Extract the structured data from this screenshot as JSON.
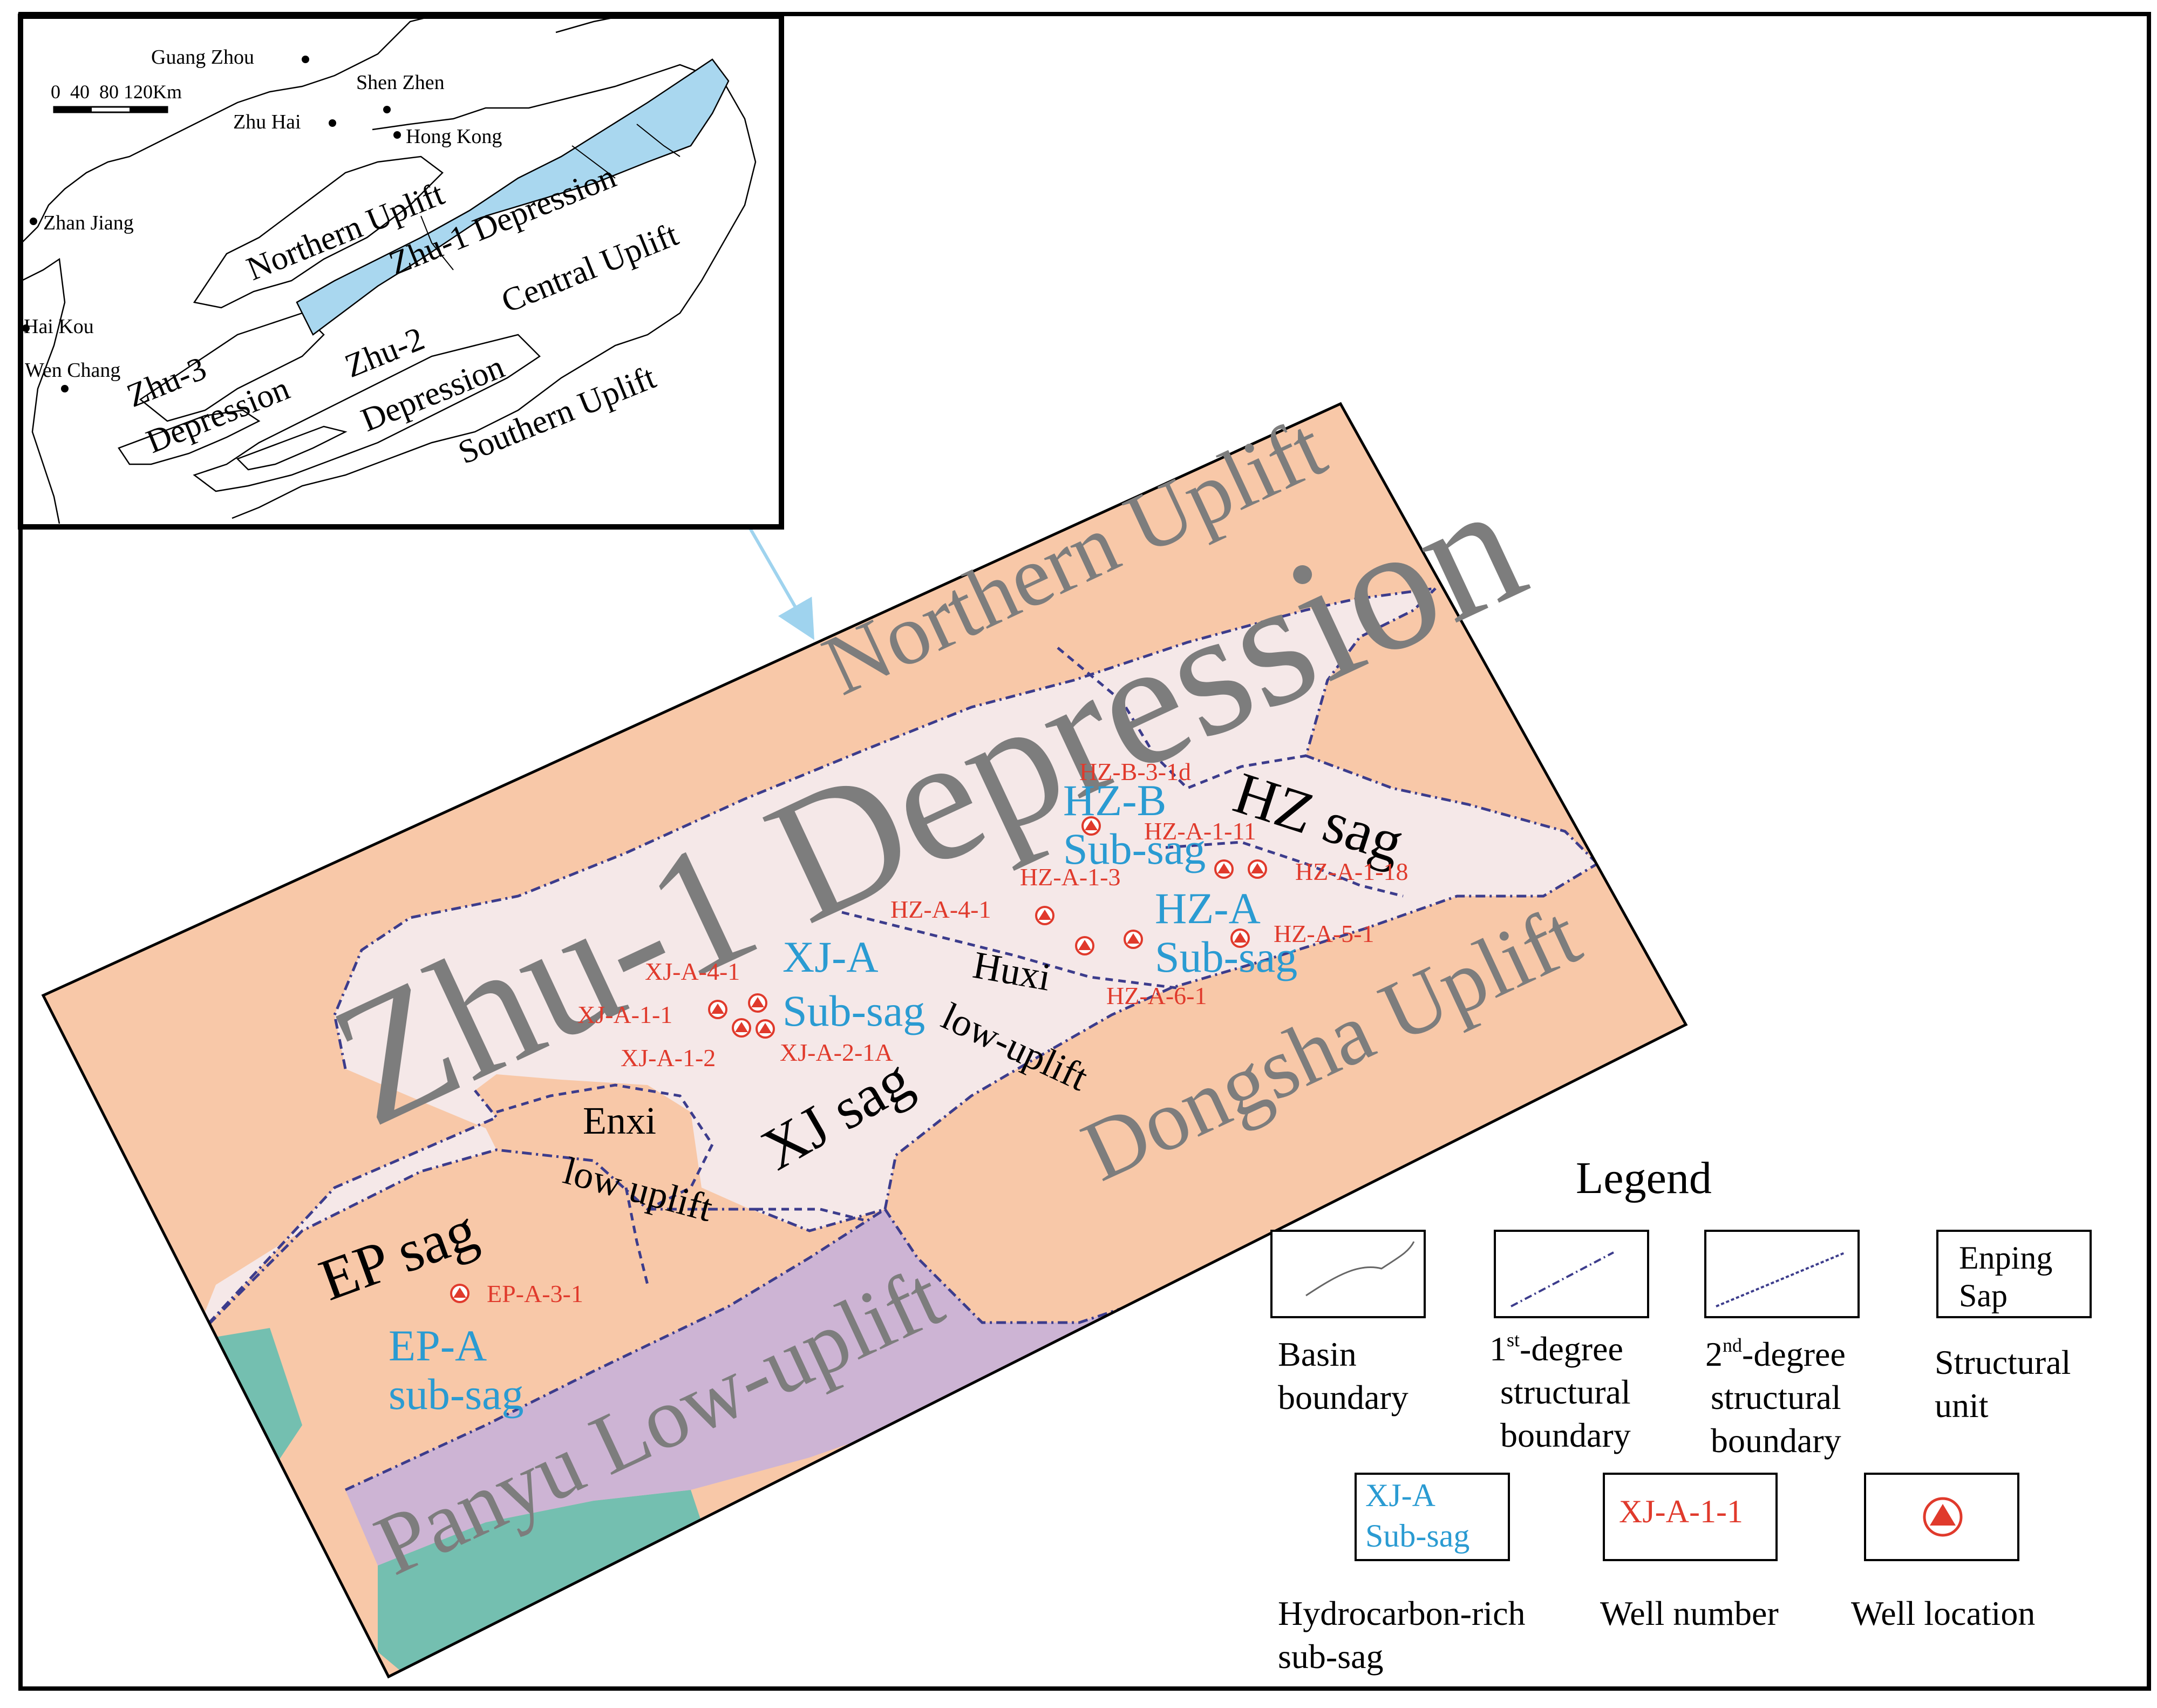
{
  "inset": {
    "cities": [
      {
        "name": "Guang Zhou"
      },
      {
        "name": "Shen Zhen"
      },
      {
        "name": "Zhu Hai"
      },
      {
        "name": "Hong Kong"
      },
      {
        "name": "Zhan Jiang"
      },
      {
        "name": "Hai Kou"
      },
      {
        "name": "Wen Chang"
      }
    ],
    "scale_bar": {
      "label": "0  40  80 120Km"
    },
    "units": {
      "northern_uplift": "Northern Uplift",
      "zhu1": "Zhu-1 Depression",
      "central_uplift": "Central Uplift",
      "zhu3_a": "Zhu-3",
      "zhu3_b": "Depression",
      "zhu2_a": "Zhu-2",
      "zhu2_b": "Depression",
      "southern_uplift": "Southern Uplift"
    }
  },
  "main": {
    "title": "Zhu-1 Depression",
    "regions": {
      "northern_uplift": "Northern Uplift",
      "dongsha_uplift": "Dongsha Uplift",
      "panyu_low_uplift": "Panyu Low-uplift"
    },
    "sags": {
      "hz": "HZ sag",
      "xj": "XJ sag",
      "ep": "EP sag"
    },
    "low_uplifts": {
      "huxi_a": "Huxi",
      "huxi_b": "low-uplift",
      "enxi_a": "Enxi",
      "enxi_b": "low uplift"
    },
    "sub_sags": {
      "hzb_a": "HZ-B",
      "hzb_b": "Sub-sag",
      "hza_a": "HZ-A",
      "hza_b": "Sub-sag",
      "xja_a": "XJ-A",
      "xja_b": "Sub-sag",
      "epa_a": "EP-A",
      "epa_b": "sub-sag"
    },
    "wells": [
      {
        "label": "HZ-B-3-1d"
      },
      {
        "label": "HZ-A-1-11"
      },
      {
        "label": "HZ-A-1-18"
      },
      {
        "label": "HZ-A-1-3"
      },
      {
        "label": "HZ-A-4-1"
      },
      {
        "label": "HZ-A-5-1"
      },
      {
        "label": "HZ-A-6-1"
      },
      {
        "label": "XJ-A-4-1"
      },
      {
        "label": "XJ-A-1-1"
      },
      {
        "label": "XJ-A-1-2"
      },
      {
        "label": "XJ-A-2-1A"
      },
      {
        "label": "EP-A-3-1"
      }
    ]
  },
  "legend": {
    "title": "Legend",
    "basin_a": "Basin",
    "basin_b": "boundary",
    "first_sup": "st",
    "first_a": "-degree",
    "first_b": "structural",
    "first_c": "boundary",
    "second_sup": "nd",
    "second_a": "-degree",
    "second_b": "structural",
    "second_c": "boundary",
    "unit_box_a": "Enping",
    "unit_box_b": "Sap",
    "unit_a": "Structural",
    "unit_b": "unit",
    "subsag_box_a": "XJ-A",
    "subsag_box_b": "Sub-sag",
    "well_box": "XJ-A-1-1",
    "hydro_a": "Hydrocarbon-rich",
    "hydro_b": "sub-sag",
    "well_number": "Well number",
    "well_location": "Well location"
  },
  "colors": {
    "uplift": "#f8c8a8",
    "sag": "#f5e8e8",
    "panyu": "#cdb4d4",
    "teal": "#74bfb0",
    "zhu1_blue": "#a9d7ef",
    "well_red": "#e03a2c",
    "subsag_blue": "#2a9bd2",
    "label_gray": "#7d7d7d",
    "boundary_blue": "#3c3c8c"
  }
}
